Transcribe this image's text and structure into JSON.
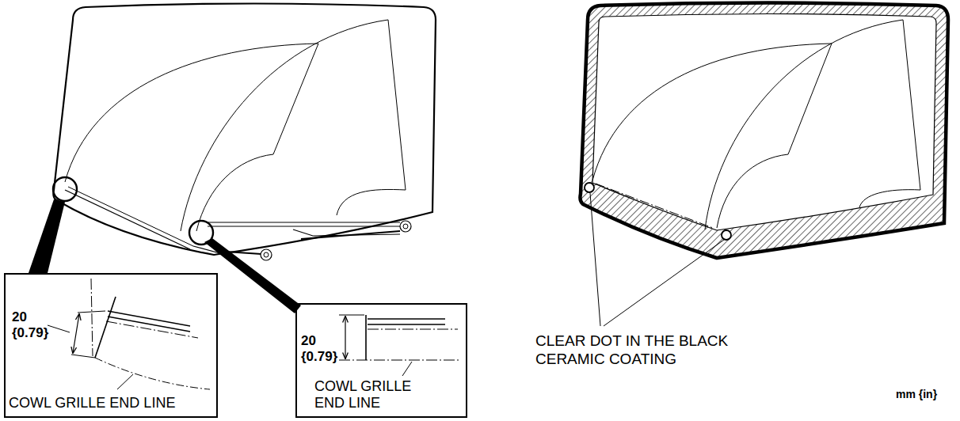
{
  "diagram": {
    "nodes": [
      {
        "text": [
          "20 {0.79}",
          "COWL GRILLE END LINE"
        ]
      },
      {
        "text": [
          "20 {0.79}",
          "COWL GRILLE END LINE"
        ]
      }
    ],
    "labels": [
      "CLEAR DOT IN THE BLACK CERAMIC COATING",
      "mm {in}"
    ]
  }
}
